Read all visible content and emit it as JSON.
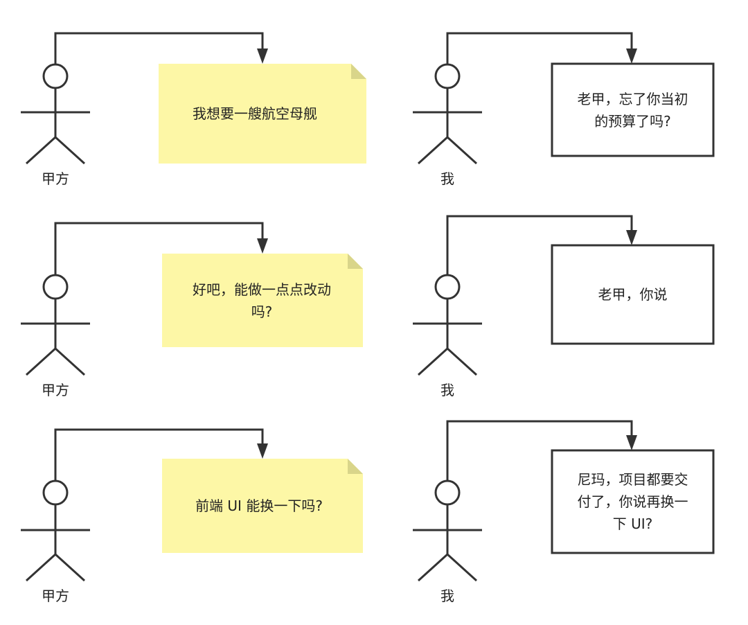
{
  "colors": {
    "note_fill": "#fdf7a6",
    "note_fold": "#d9d58a",
    "stroke": "#333333",
    "box_fill": "#ffffff"
  },
  "rows": [
    {
      "left": {
        "actor_label": "甲方",
        "note_text": "我想要一艘航空母舰"
      },
      "right": {
        "actor_label": "我",
        "box_text": "老甲，忘了你当初\n的预算了吗?"
      }
    },
    {
      "left": {
        "actor_label": "甲方",
        "note_text": "好吧，能做一点点改动\n吗?"
      },
      "right": {
        "actor_label": "我",
        "box_text": "老甲，你说"
      }
    },
    {
      "left": {
        "actor_label": "甲方",
        "note_text": "前端 UI 能换一下吗?"
      },
      "right": {
        "actor_label": "我",
        "box_text": "尼玛，项目都要交\n付了，你说再换一\n下 UI?"
      }
    }
  ]
}
